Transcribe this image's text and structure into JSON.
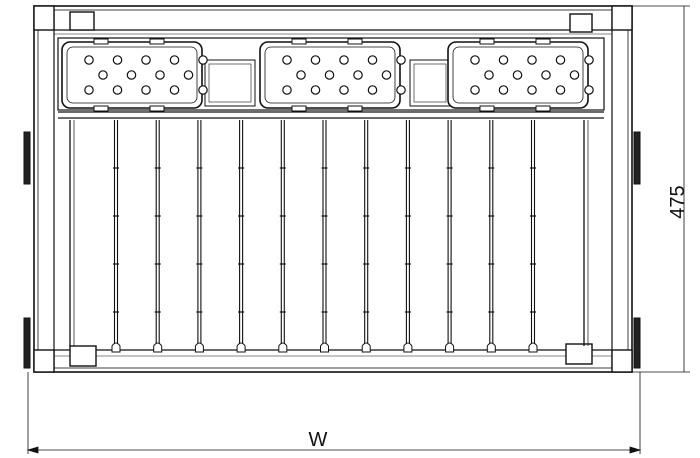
{
  "dimensions": {
    "height_label": "475",
    "width_label": "W"
  },
  "drawing": {
    "rail_count": 11,
    "handle_count": 3,
    "holes_per_handle": {
      "top_row": 5,
      "middle_row": 4,
      "bottom_row": 5
    },
    "line_color": "#111111"
  }
}
